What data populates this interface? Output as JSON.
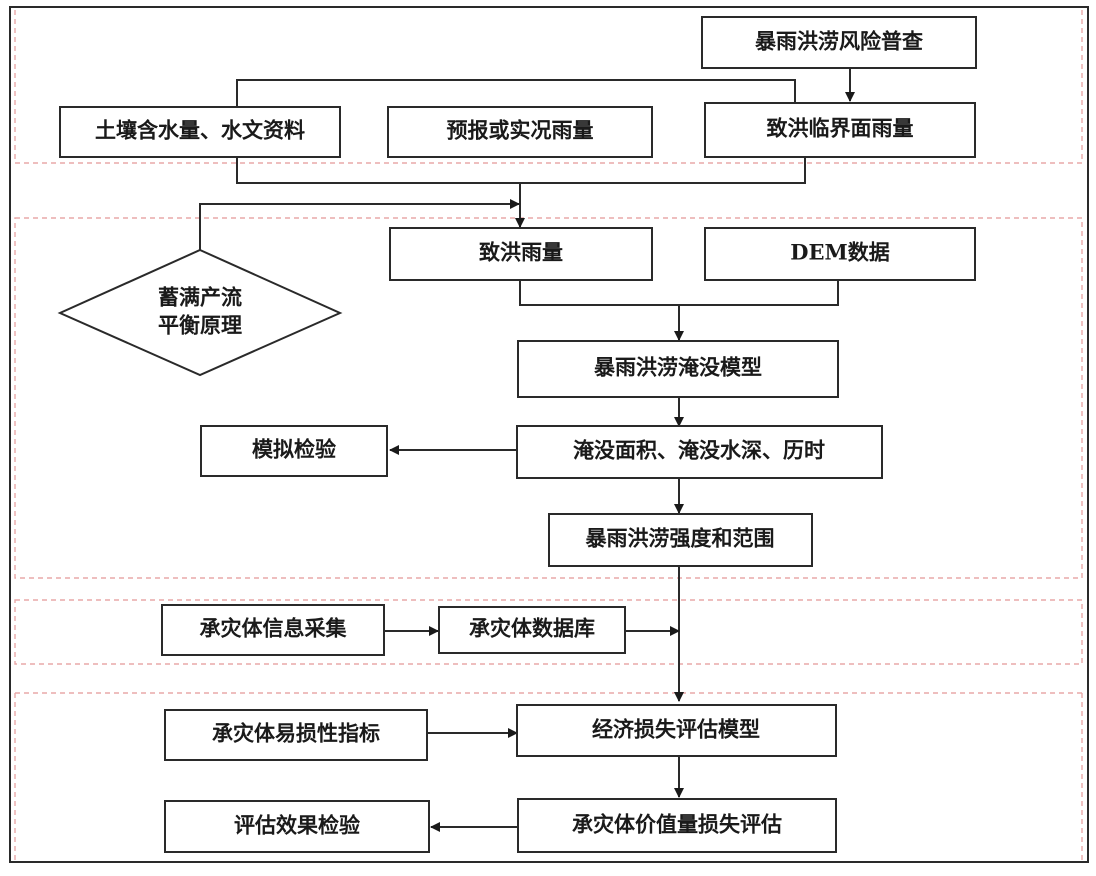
{
  "nodes": {
    "survey": "暴雨洪涝风险普查",
    "soil": "土壤含水量、水文资料",
    "forecast": "预报或实况雨量",
    "critical": "致洪临界面雨量",
    "flood_rain": "致洪雨量",
    "dem": "DEM数据",
    "principle_line1": "蓄满产流",
    "principle_line2": "平衡原理",
    "inundation_model": "暴雨洪涝淹没模型",
    "inundation_stats": "淹没面积、淹没水深、历时",
    "simulation_check": "模拟检验",
    "intensity": "暴雨洪涝强度和范围",
    "collect": "承灾体信息采集",
    "database": "承灾体数据库",
    "vulnerability": "承灾体易损性指标",
    "loss_model": "经济损失评估模型",
    "value_loss": "承灾体价值量损失评估",
    "effect_check": "评估效果检验"
  }
}
